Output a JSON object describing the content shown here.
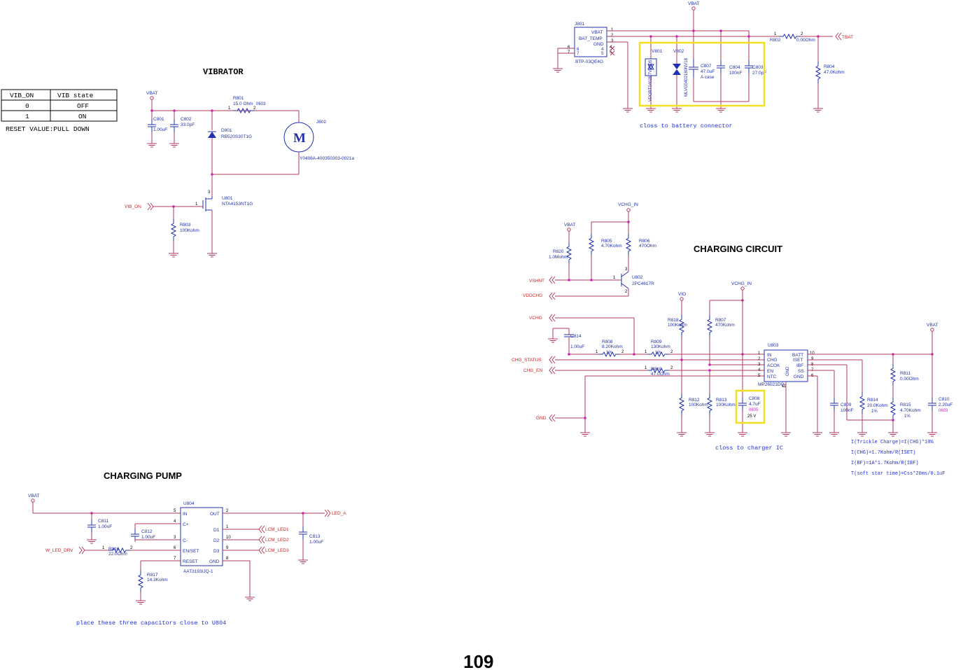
{
  "page_number": "109",
  "vibrator": {
    "title": "VIBRATOR",
    "table": {
      "headers": [
        "VIB_ON",
        "VIB state"
      ],
      "rows": [
        [
          "0",
          "OFF"
        ],
        [
          "1",
          "ON"
        ]
      ],
      "note": "RESET VALUE:PULL DOWN"
    },
    "vbat": "VBAT",
    "c801": {
      "ref": "C801",
      "value": "1.00uF"
    },
    "c802": {
      "ref": "C802",
      "value": "33.0pF"
    },
    "r801": {
      "ref": "R801",
      "value": "15.0 Ohm",
      "pkg": "0603"
    },
    "d801": {
      "ref": "D801",
      "value": "RB520S30T1G"
    },
    "j802": {
      "ref": "J802",
      "value": "Y0408A-400350303-0021a",
      "symbol": "M"
    },
    "u801": {
      "ref": "U801",
      "value": "NTA4153NT1G"
    },
    "vib_on": "VIB_ON",
    "r803": {
      "ref": "R803",
      "value": "100Kohm"
    }
  },
  "battery": {
    "vbat": "VBAT",
    "j801": {
      "ref": "J801",
      "value": "BTP-03QE4G",
      "pins": [
        "VBAT",
        "BAT_TEMP",
        "GND"
      ]
    },
    "v801": {
      "ref": "V801",
      "value": "VPORT0402E7V0V05"
    },
    "v802": {
      "ref": "V802",
      "value": "MLVG0402180NV18"
    },
    "c807": {
      "ref": "C807",
      "value": "47.0uF",
      "note": "A case"
    },
    "c804": {
      "ref": "C804",
      "value": "100nF"
    },
    "c803": {
      "ref": "C803",
      "value": "27.0pF"
    },
    "r802": {
      "ref": "R802",
      "value": "0.00Ohm"
    },
    "tbat": "TBAT",
    "r804": {
      "ref": "R804",
      "value": "47.0Kohm"
    },
    "note": "closs to battery connector"
  },
  "charging_circuit": {
    "title": "CHARGING CIRCUIT",
    "vchg_in": "VCHG_IN",
    "vbat": "VBAT",
    "vio": "VIO",
    "r820": {
      "ref": "R820",
      "value": "1.0Mohm"
    },
    "r805": {
      "ref": "R805",
      "value": "4.70Kohm"
    },
    "r806": {
      "ref": "R806",
      "value": "470Ohm"
    },
    "u802": {
      "ref": "U802",
      "value": "2PC4617R"
    },
    "vshnt": "VSHNT",
    "vddchg": "VDDCHG",
    "vchg": "VCHG",
    "c814": {
      "ref": "C814",
      "value": "1.00uF"
    },
    "r808": {
      "ref": "R808",
      "value": "8.20Kohm",
      "tol": "1%"
    },
    "r809": {
      "ref": "R809",
      "value": "130Kohm",
      "tol": "1%"
    },
    "r810": {
      "ref": "R810",
      "value": "47.0Ohm"
    },
    "r818": {
      "ref": "R818",
      "value": "100Kohm"
    },
    "r807": {
      "ref": "R807",
      "value": "470Kohm"
    },
    "chg_status": "CHG_STATUS",
    "chg_en": "CHG_EN",
    "gnd": "GND",
    "u803": {
      "ref": "U803",
      "value": "MP26021DQ",
      "left_pins": [
        "IN",
        "CHG",
        "ACOK",
        "EN",
        "NTC"
      ],
      "right_pins": [
        "BATT",
        "ISET",
        "IBF",
        "SS",
        "GND"
      ],
      "center": "GND"
    },
    "r812": {
      "ref": "R812",
      "value": "100Kohm"
    },
    "r813": {
      "ref": "R813",
      "value": "100Kohm"
    },
    "c808": {
      "ref": "C808",
      "value": "4.7uF",
      "pkg": "0805",
      "rating": "25 V"
    },
    "c809": {
      "ref": "C809",
      "value": "100nF"
    },
    "r814": {
      "ref": "R814",
      "value": "20.0Kohm",
      "tol": "1%"
    },
    "r811": {
      "ref": "R811",
      "value": "0.00Ohm"
    },
    "r815": {
      "ref": "R815",
      "value": "4.70Kohm",
      "tol": "1%"
    },
    "c810": {
      "ref": "C810",
      "value": "2.20uF",
      "pkg": "0603"
    },
    "note": "closs to charger IC",
    "formulas": [
      "I(Trickle Charge)=I(CHG)*10%",
      "I(CHG)=1.7Kohm/R(ISET)",
      "I(BF)=1A*1.7Kohm/R(IBF)",
      "T(soft star time)=Css*20ms/0.1uF"
    ]
  },
  "charging_pump": {
    "title": "CHARGING PUMP",
    "vbat": "VBAT",
    "u804": {
      "ref": "U804",
      "value": "AAT3193IJQ-1",
      "left_pins": [
        "IN",
        "C+",
        "C-",
        "EN/SET",
        "RESET"
      ],
      "right_pins": [
        "OUT",
        "D1",
        "D2",
        "D3",
        "GND"
      ]
    },
    "c811": {
      "ref": "C811",
      "value": "1.00uF"
    },
    "c812": {
      "ref": "C812",
      "value": "1.00uF"
    },
    "c813": {
      "ref": "C813",
      "value": "1.00uF"
    },
    "r816": {
      "ref": "R816",
      "value": "22.0Ohm"
    },
    "r817": {
      "ref": "R817",
      "value": "14.3Kohm"
    },
    "w_led_drv": "W_LED_DRV",
    "led_a": "LED_A",
    "lcm_led1": "LCM_LED1",
    "lcm_led2": "LCM_LED2",
    "lcm_led3": "LCM_LED3",
    "note": "place these three capacitors close to U804"
  }
}
